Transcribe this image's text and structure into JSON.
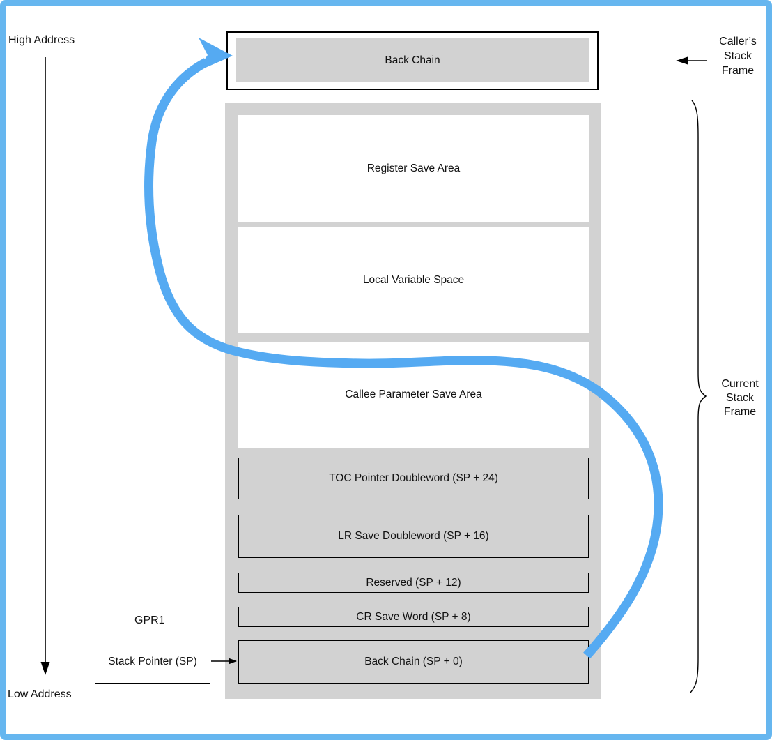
{
  "diagram": {
    "title_context": "Stack frame layout diagram",
    "high_address_label": "High Address",
    "low_address_label": "Low Address",
    "gpr1_label": "GPR1",
    "stack_pointer_label": "Stack Pointer (SP)",
    "caller_frame_box_label": "Back Chain",
    "caller_frame_lines": [
      "Caller’s",
      "Stack",
      "Frame"
    ],
    "current_frame_lines": [
      "Current",
      "Stack",
      "Frame"
    ],
    "rows": [
      {
        "label": "Register Save Area",
        "style": "white"
      },
      {
        "label": "Local Variable Space",
        "style": "white"
      },
      {
        "label": "Callee Parameter Save Area",
        "style": "white"
      },
      {
        "label": "TOC Pointer Doubleword (SP + 24)",
        "style": "gray"
      },
      {
        "label": "LR Save Doubleword (SP + 16)",
        "style": "gray"
      },
      {
        "label": "Reserved (SP + 12)",
        "style": "gray"
      },
      {
        "label": "CR Save Word (SP + 8)",
        "style": "gray"
      },
      {
        "label": "Back Chain (SP + 0)",
        "style": "gray"
      }
    ],
    "colors": {
      "page_border": "#66b6ef",
      "pointer_arrow_blue": "#55aaf2",
      "container_gray": "#d2d2d2",
      "line_black": "#000000",
      "box_white": "#ffffff"
    }
  }
}
